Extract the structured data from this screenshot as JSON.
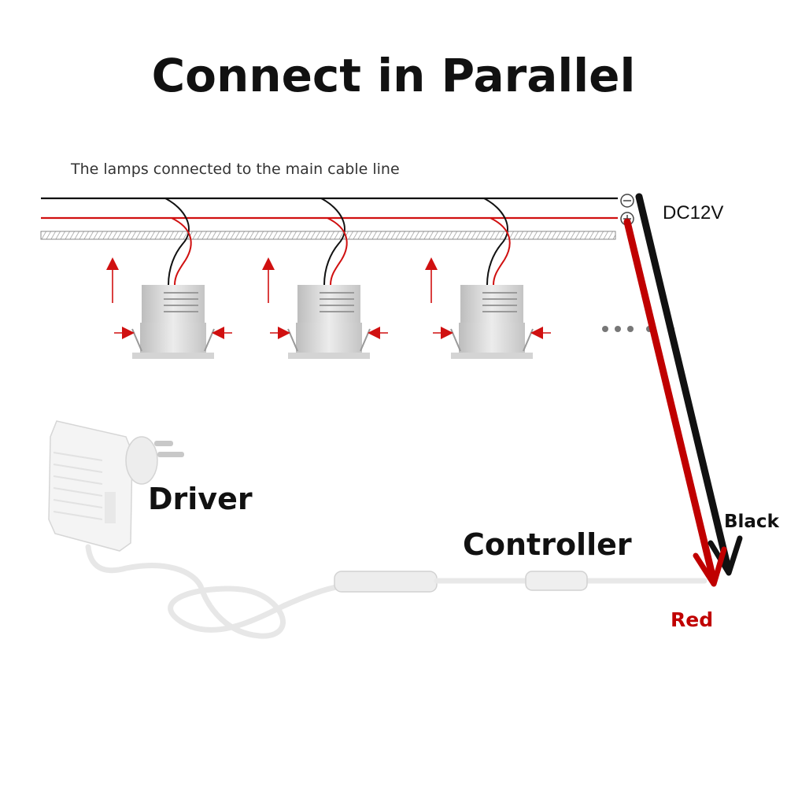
{
  "title": "Connect in Parallel",
  "subtitle": "The lamps connected to the main cable line",
  "voltage_label": "DC12V",
  "driver_label": "Driver",
  "controller_label": "Controller",
  "black_wire_label": "Black",
  "red_wire_label": "Red",
  "terminals": {
    "negative": "-",
    "positive": "+"
  },
  "colors": {
    "black_wire": "#111111",
    "red_wire": "#d01010",
    "lamp": "#cfcfcf",
    "cable": "#f2f2f2"
  },
  "lamp_count_shown": 3,
  "continuation": "....."
}
